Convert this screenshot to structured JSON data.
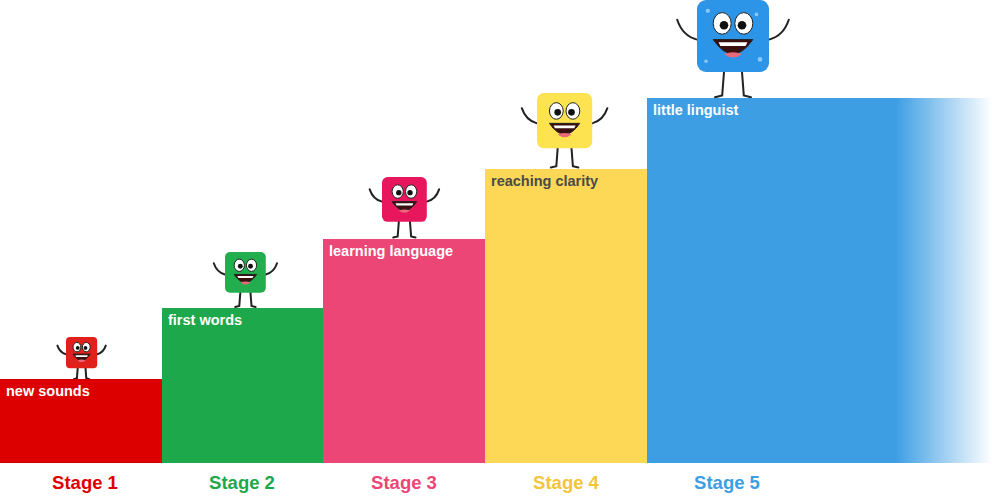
{
  "diagram": {
    "nodes": [
      {
        "text": [
          "new sounds",
          "Stage 1"
        ]
      },
      {
        "text": [
          "first words",
          "Stage 2"
        ]
      },
      {
        "text": [
          "learning language",
          "Stage 3"
        ]
      },
      {
        "text": [
          "reaching clarity",
          "Stage 4"
        ]
      },
      {
        "text": [
          "little linguist",
          "Stage 5"
        ]
      }
    ]
  }
}
